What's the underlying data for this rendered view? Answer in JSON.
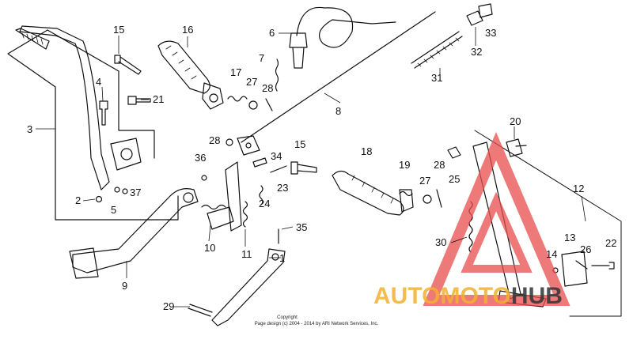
{
  "diagram": {
    "callouts": [
      "1",
      "2",
      "3",
      "4",
      "5",
      "6",
      "7",
      "8",
      "9",
      "10",
      "11",
      "12",
      "13",
      "14",
      "15",
      "15",
      "16",
      "17",
      "18",
      "19",
      "20",
      "21",
      "22",
      "23",
      "24",
      "25",
      "26",
      "27",
      "27",
      "28",
      "28",
      "28",
      "29",
      "30",
      "31",
      "32",
      "33",
      "34",
      "35",
      "36",
      "37"
    ],
    "copyright_line1": "Copyright",
    "copyright_line2": "Page design (c) 2004 - 2014 by ARI Network Services, Inc.",
    "watermark": {
      "text_part1": "AUTOMOTO",
      "text_part2": "HUB",
      "color_primary": "#e84c4c",
      "color_secondary": "#f2b030",
      "color_dark": "#333333"
    }
  }
}
